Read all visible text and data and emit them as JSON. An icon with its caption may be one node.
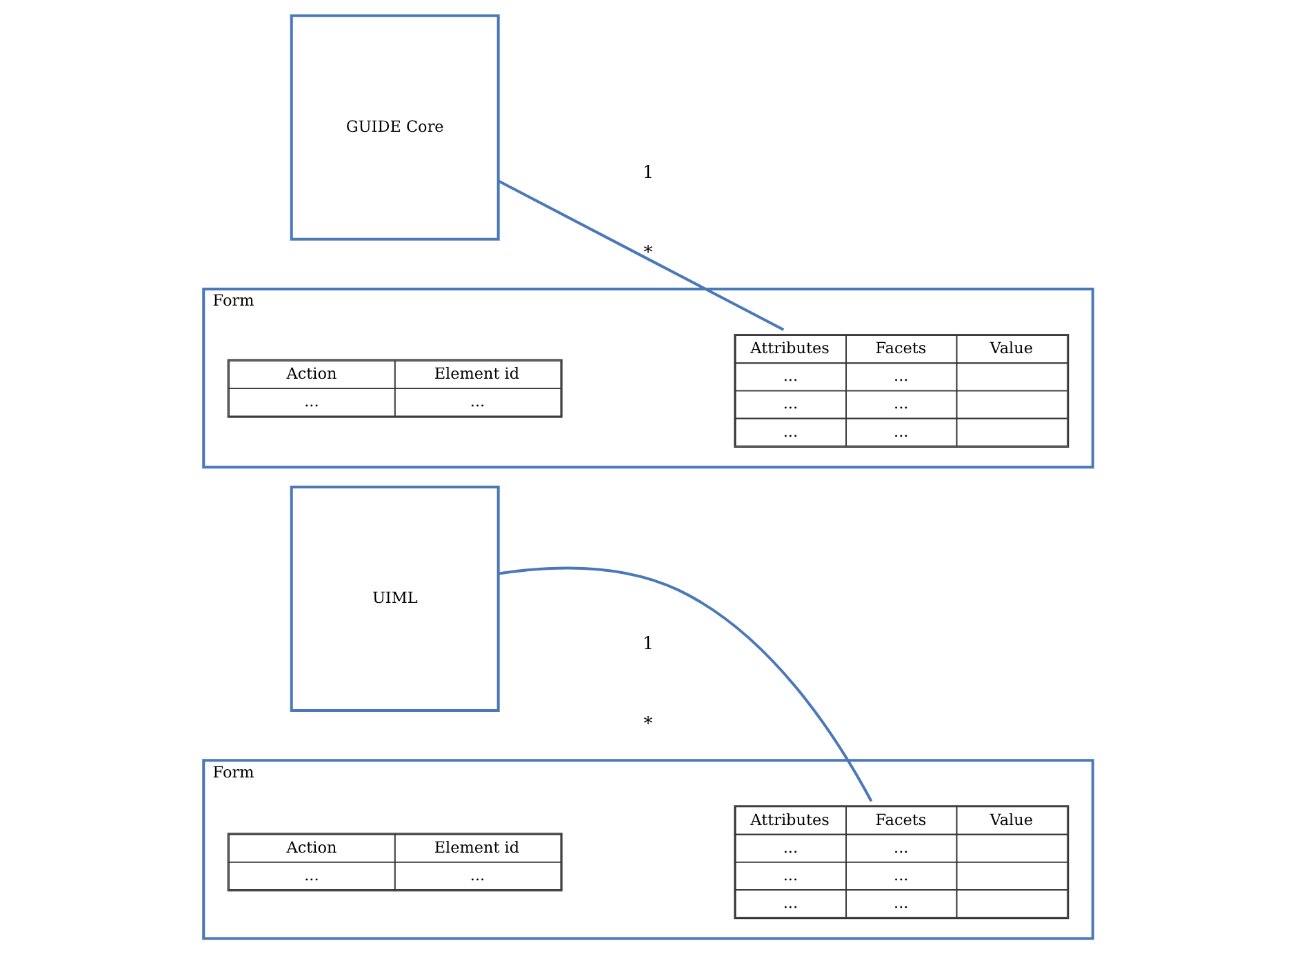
{
  "diagram": {
    "nodes": [
      {
        "text": [
          "UIML"
        ]
      },
      {
        "text": [
          "Form"
        ]
      },
      {
        "text": [
          "Attributes",
          "Facets",
          "Value",
          "...",
          "...",
          "...",
          "...",
          "...",
          "..."
        ],
        "in": 1
      },
      {
        "text": [
          "Action",
          "Element id",
          "...",
          "..."
        ],
        "in": 1
      },
      {
        "text": [
          "GUIDE Core"
        ]
      },
      {
        "text": [
          "Form"
        ]
      },
      {
        "text": [
          "Attributes",
          "Facets",
          "Value",
          "...",
          "...",
          "...",
          "...",
          "...",
          "..."
        ],
        "in": 5
      },
      {
        "text": [
          "Action",
          "Element id",
          "...",
          "..."
        ],
        "in": 5
      }
    ],
    "edges": [
      {
        "from": 0,
        "to": 2,
        "arrow": "none"
      },
      {
        "from": 4,
        "to": 6,
        "arrow": "none"
      }
    ],
    "labels": [
      "1",
      "*",
      "1",
      "*"
    ]
  }
}
